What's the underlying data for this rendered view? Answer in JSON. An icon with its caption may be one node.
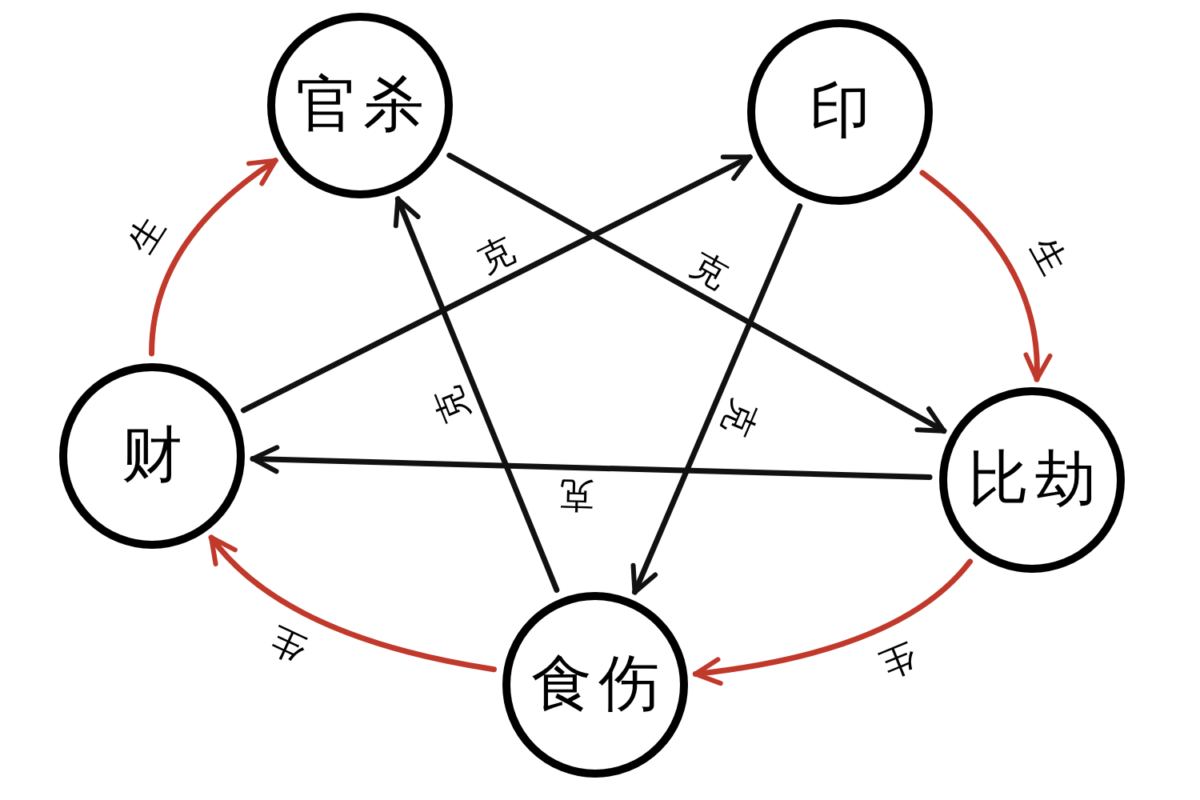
{
  "diagram": {
    "nodes": [
      {
        "text": [
          "官杀"
        ]
      },
      {
        "text": [
          "印"
        ]
      },
      {
        "text": [
          "财"
        ]
      },
      {
        "text": [
          "比劫"
        ]
      },
      {
        "text": [
          "食伤"
        ]
      }
    ],
    "edges": [
      {
        "from": 2,
        "to": 0,
        "arrow": "to",
        "label": "生",
        "color": "#c0392b"
      },
      {
        "from": 1,
        "to": 3,
        "arrow": "to",
        "label": "生",
        "color": "#c0392b"
      },
      {
        "from": 0,
        "to": 3,
        "arrow": "to",
        "label": "克"
      },
      {
        "from": 2,
        "to": 1,
        "arrow": "to",
        "label": "克"
      },
      {
        "from": 4,
        "to": 0,
        "arrow": "to",
        "label": "克"
      },
      {
        "from": 1,
        "to": 4,
        "arrow": "to",
        "label": "克"
      },
      {
        "from": 3,
        "to": 2,
        "arrow": "to",
        "label": "克"
      },
      {
        "from": 3,
        "to": 4,
        "arrow": "to",
        "label": "生",
        "color": "#c0392b"
      },
      {
        "from": 4,
        "to": 2,
        "arrow": "to",
        "label": "生",
        "color": "#c0392b"
      }
    ]
  }
}
